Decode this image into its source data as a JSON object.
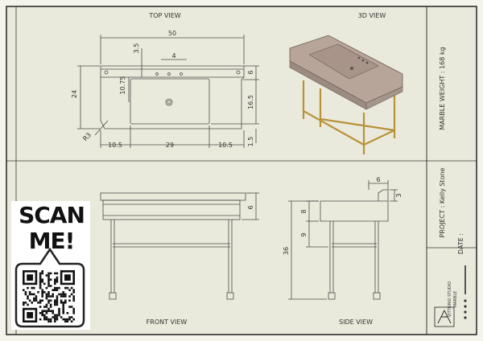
{
  "views": {
    "top": "TOP VIEW",
    "three_d": "3D VIEW",
    "front": "FRONT VIEW",
    "side": "SIDE VIEW"
  },
  "dimensions": {
    "top": {
      "width": "50",
      "offset_35": "3.5",
      "tap_spacing": "4",
      "depth": "24",
      "bowl_offset": "10.75",
      "right_6": "6",
      "bowl_depth": "16.5",
      "bottom_15": "1.5",
      "left_105": "10.5",
      "bowl_width": "29",
      "right_105": "10.5",
      "radius": "R3"
    },
    "front": {
      "height_6": "6"
    },
    "side": {
      "top_6": "6",
      "top_3": "3",
      "height_8": "8",
      "height_9": "9",
      "total_36": "36"
    }
  },
  "title_block": {
    "weight": "MARBLE WEIGHT : 168 kg",
    "project": "PROJECT : Kelly Stone",
    "date": "DATE :"
  },
  "qr": {
    "scan_line1": "SCAN",
    "scan_line2": "ME!"
  },
  "logo": {
    "line1": "VITTORIO STUDIO",
    "line2": "MARBLE"
  },
  "colors": {
    "paper": "#eaeadc",
    "line": "#4a4a4a",
    "marble": "#b7a59a",
    "brass": "#b8923a"
  }
}
